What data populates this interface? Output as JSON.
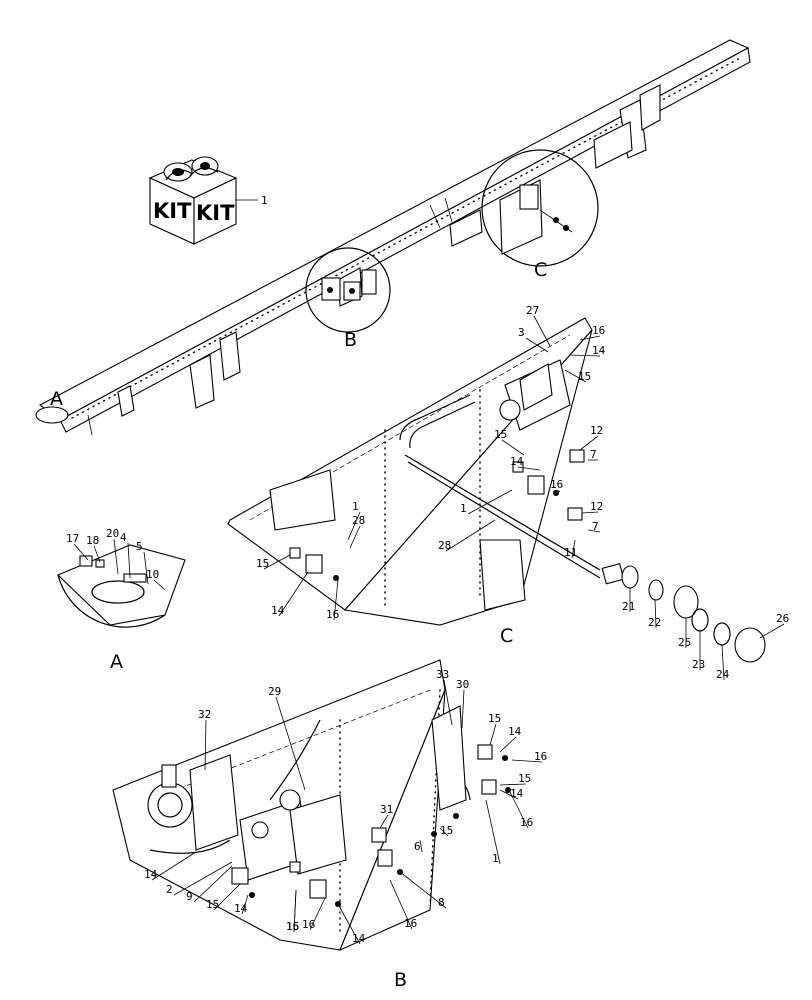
{
  "kit": {
    "face_left": "KIT",
    "face_right": "KIT"
  },
  "views": {
    "a": "A",
    "b": "B",
    "c": "C"
  },
  "callouts": {
    "main": {
      "c_1": "1",
      "a_label": "A",
      "b_label": "B",
      "c_label": "C"
    },
    "detail_a": [
      "17",
      "18",
      "20",
      "4",
      "5",
      "10"
    ],
    "detail_c": [
      "27",
      "16",
      "3",
      "14",
      "15",
      "12",
      "7",
      "15",
      "14",
      "16",
      "12",
      "7",
      "1",
      "28",
      "1",
      "28",
      "15",
      "14",
      "16",
      "11",
      "21",
      "22",
      "25",
      "23",
      "24",
      "26"
    ],
    "detail_b": [
      "32",
      "29",
      "33",
      "30",
      "15",
      "14",
      "16",
      "15",
      "14",
      "16",
      "1",
      "31",
      "15",
      "6",
      "8",
      "16",
      "14",
      "2",
      "9",
      "15",
      "14",
      "16",
      "14",
      "16",
      "15"
    ]
  },
  "colors": {
    "line": "#000000",
    "background": "#ffffff"
  }
}
